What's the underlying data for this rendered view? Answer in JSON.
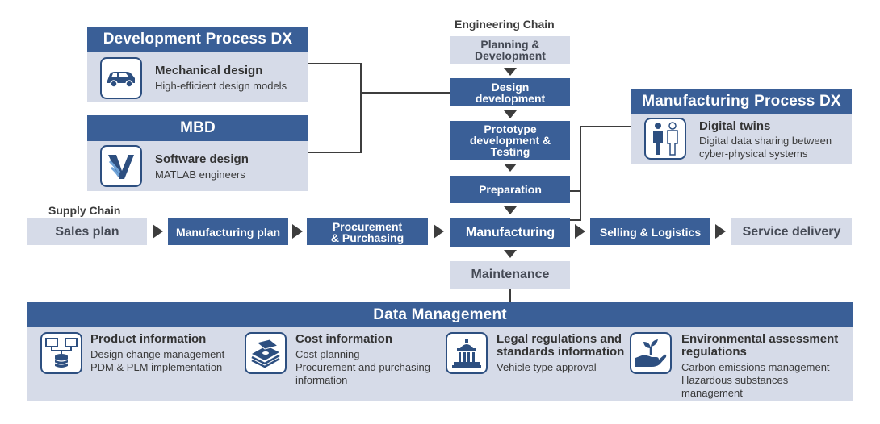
{
  "engineering_chain": {
    "label": "Engineering Chain",
    "steps": [
      "Planning &\nDevelopment",
      "Design\ndevelopment",
      "Prototype\ndevelopment &\nTesting",
      "Preparation"
    ]
  },
  "development_dx": {
    "title": "Development Process DX",
    "item_title": "Mechanical design",
    "item_sub": "High-efficient design models",
    "icon": "car-icon"
  },
  "mbd": {
    "title": "MBD",
    "item_title": "Software design",
    "item_sub": "MATLAB engineers",
    "icon": "matlab-v-icon"
  },
  "manufacturing_dx": {
    "title": "Manufacturing Process DX",
    "item_title": "Digital twins",
    "item_sub": [
      "Digital data sharing between",
      "cyber-physical systems"
    ],
    "icon": "digital-twins-icon"
  },
  "supply_chain": {
    "label": "Supply Chain",
    "steps": [
      "Sales plan",
      "Manufacturing plan",
      "Procurement\n& Purchasing",
      "Manufacturing",
      "Selling & Logistics",
      "Service delivery"
    ]
  },
  "maintenance": "Maintenance",
  "data_management": {
    "title": "Data Management",
    "items": [
      {
        "title": [
          "Product information"
        ],
        "lines": [
          "Design change management",
          "PDM & PLM implementation"
        ],
        "icon": "database-network-icon"
      },
      {
        "title": [
          "Cost information"
        ],
        "lines": [
          "Cost planning",
          "Procurement and purchasing",
          "information"
        ],
        "icon": "money-stack-icon"
      },
      {
        "title": [
          "Legal regulations and",
          "standards information"
        ],
        "lines": [
          "Vehicle type approval"
        ],
        "icon": "government-building-icon"
      },
      {
        "title": [
          "Environmental assessment",
          "regulations"
        ],
        "lines": [
          "Carbon emissions management",
          "Hazardous substances",
          "management"
        ],
        "icon": "hand-plant-icon"
      }
    ]
  },
  "colors": {
    "dark": "#3a5f97",
    "light": "#d6dbe8",
    "arrow": "#3d3d3d"
  }
}
